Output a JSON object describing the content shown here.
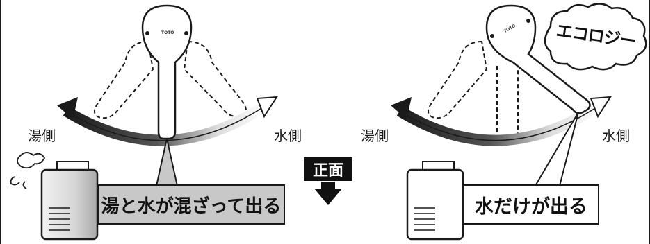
{
  "left_panel": {
    "hot_side_label": "湯側",
    "cold_side_label": "水側",
    "callout": "湯と水が混ざって出る"
  },
  "right_panel": {
    "hot_side_label": "湯側",
    "cold_side_label": "水側",
    "callout": "水だけが出る",
    "eco_bubble": "エコロジー"
  },
  "center": {
    "front_label": "正面"
  },
  "brand": "TOTO",
  "colors": {
    "line": "#1a1a1a",
    "callout_fill": "#c8c8c8",
    "badge_fill": "#111111"
  }
}
